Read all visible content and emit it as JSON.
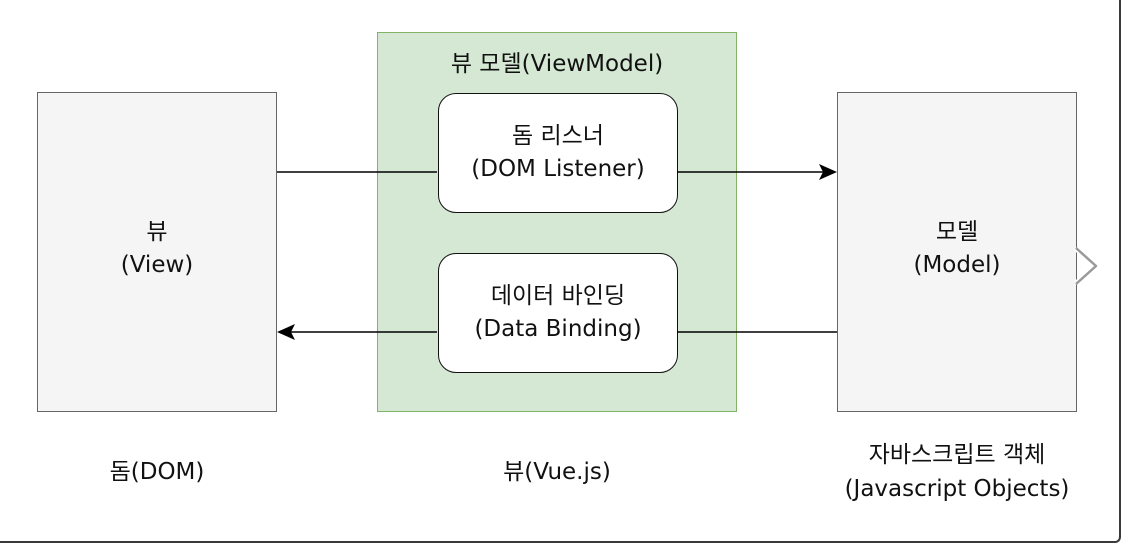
{
  "view_box": {
    "line1": "뷰",
    "line2": "(View)"
  },
  "viewmodel": {
    "title": "뷰 모델(ViewModel)",
    "listener": {
      "line1": "돔 리스너",
      "line2": "(DOM Listener)"
    },
    "binding": {
      "line1": "데이터 바인딩",
      "line2": "(Data Binding)"
    }
  },
  "model_box": {
    "line1": "모델",
    "line2": "(Model)"
  },
  "captions": {
    "dom": "돔(DOM)",
    "vue": "뷰(Vue.js)",
    "js_line1": "자바스크립트 객체",
    "js_line2": "(Javascript Objects)"
  },
  "icons": {
    "next": "chevron-right-icon"
  },
  "colors": {
    "viewmodel_fill": "#d5e8d4",
    "viewmodel_stroke": "#82b366",
    "box_fill": "#f5f5f5",
    "box_stroke": "#666666"
  }
}
